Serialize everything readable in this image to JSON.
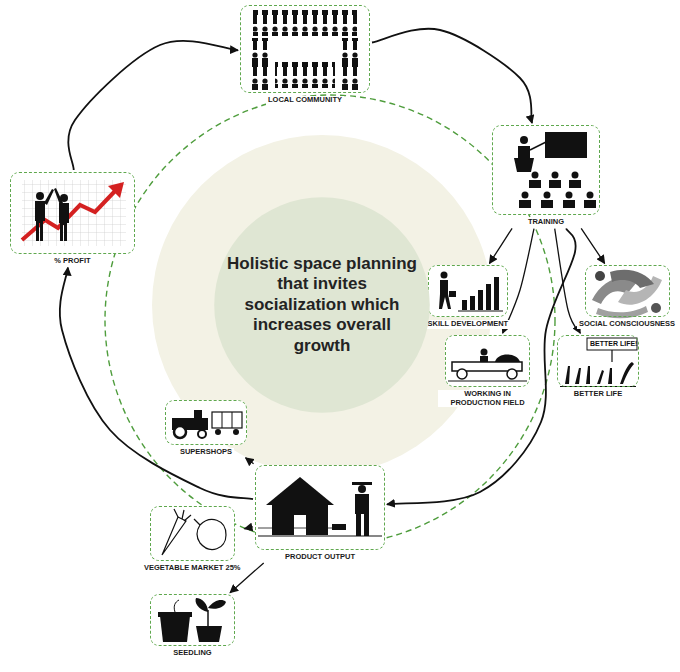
{
  "diagram": {
    "nodes": [
      {
        "text": [
          "LOCAL COMMUNITY"
        ]
      },
      {
        "text": [
          "TRAINING"
        ]
      },
      {
        "text": [
          "SKILL DEVELOPMENT"
        ]
      },
      {
        "text": [
          "WORKING IN PRODUCTION FIELD"
        ]
      },
      {
        "text": [
          "SOCIAL CONSCIOUSNESS"
        ]
      },
      {
        "text": [
          "BETTER LIFE"
        ]
      },
      {
        "text": [
          "PRODUCT OUTPUT"
        ]
      },
      {
        "text": [
          "SUPERSHOPS"
        ]
      },
      {
        "text": [
          "VEGETABLE MARKET 25%"
        ]
      },
      {
        "text": [
          "SEEDLING"
        ]
      },
      {
        "text": [
          "% PROFIT"
        ]
      },
      {
        "text": [
          "Holistic space planning that invites socialization which increases overall growth"
        ]
      }
    ],
    "edges": [
      {
        "from": 0,
        "to": 1,
        "arrow": "to"
      },
      {
        "from": 1,
        "to": 6,
        "arrow": "to"
      },
      {
        "from": 6,
        "to": 10,
        "arrow": "to"
      },
      {
        "from": 10,
        "to": 0,
        "arrow": "to"
      },
      {
        "from": 1,
        "to": 2,
        "arrow": "to"
      },
      {
        "from": 1,
        "to": 3,
        "arrow": "to"
      },
      {
        "from": 1,
        "to": 4,
        "arrow": "to"
      },
      {
        "from": 1,
        "to": 5,
        "arrow": "to"
      },
      {
        "from": 6,
        "to": 7,
        "arrow": "to"
      },
      {
        "from": 6,
        "to": 8,
        "arrow": "to"
      },
      {
        "from": 6,
        "to": 9,
        "arrow": "to"
      }
    ],
    "labels": [
      "BETTER LIFE!"
    ]
  }
}
